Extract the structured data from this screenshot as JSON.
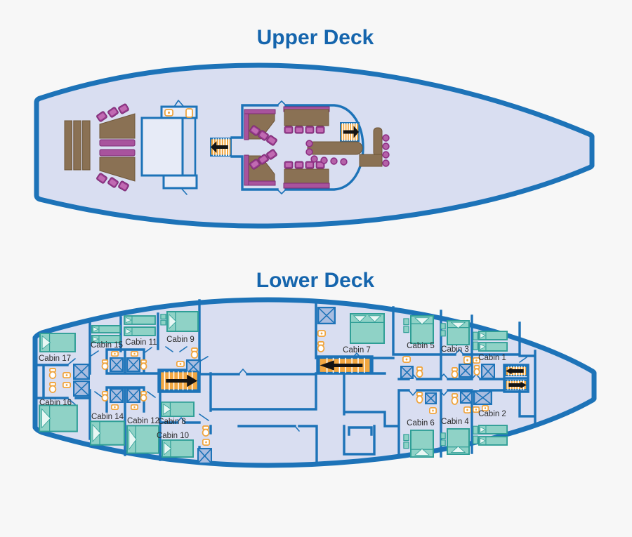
{
  "page": {
    "type": "ship-deck-plan"
  },
  "colors": {
    "page_bg": "#f7f7f7",
    "title_text": "#1565ad",
    "hull_outline": "#1d73b8",
    "deck_fill": "#d9def1",
    "bed_fill": "#8fd2c6",
    "bed_stroke": "#2f9e96",
    "furniture_brown": "#8a7154",
    "chair_purple": "#a8539d",
    "stairs_orange": "#f2a741",
    "fixture_orange": "#f0a43c",
    "shower_fill": "#a9bde0",
    "label_text": "#2b2b2b"
  },
  "icons": {
    "stairs": "striped-steps-with-direction-arrow",
    "shower": "crossed-square",
    "toilet": "toilet",
    "sink": "washbasin",
    "bed": "bed-with-pillow",
    "door": "door-swing-mark"
  },
  "upper_deck": {
    "title": "Upper Deck"
  },
  "lower_deck": {
    "title": "Lower Deck",
    "cabins": [
      {
        "label": "Cabin 17"
      },
      {
        "label": "Cabin 15"
      },
      {
        "label": "Cabin 11"
      },
      {
        "label": "Cabin 9"
      },
      {
        "label": "Cabin 7"
      },
      {
        "label": "Cabin 5"
      },
      {
        "label": "Cabin 3"
      },
      {
        "label": "Cabin 1"
      },
      {
        "label": "Cabin 16"
      },
      {
        "label": "Cabin 14"
      },
      {
        "label": "Cabin 12"
      },
      {
        "label": "Cabin 8"
      },
      {
        "label": "Cabin 10"
      },
      {
        "label": "Cabin 6"
      },
      {
        "label": "Cabin 4"
      },
      {
        "label": "Cabin 2"
      }
    ]
  }
}
